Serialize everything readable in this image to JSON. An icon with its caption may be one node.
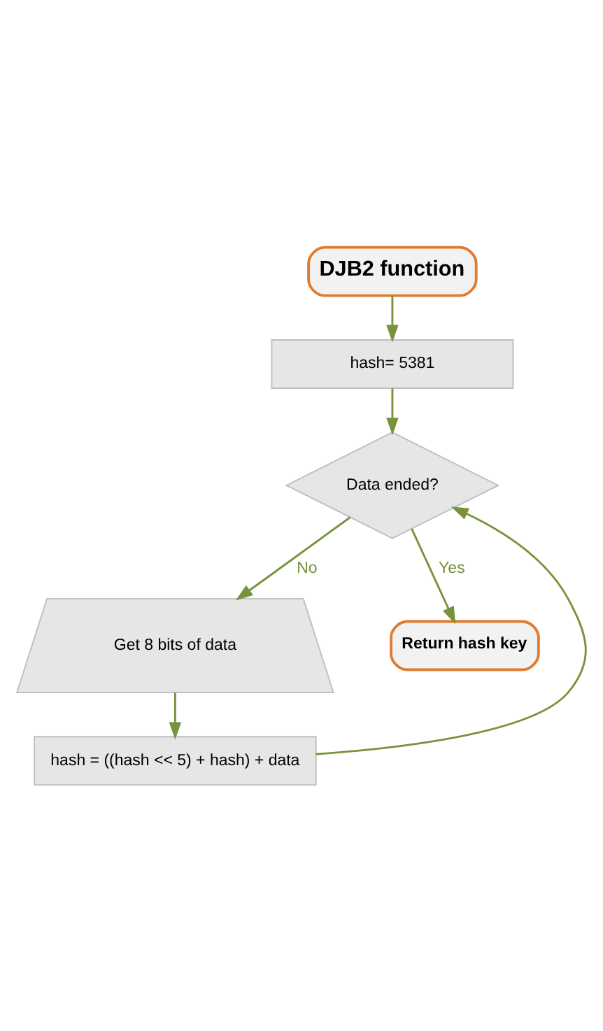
{
  "diagram": {
    "nodes": [
      {
        "text": [
          "DJB2 function"
        ]
      },
      {
        "text": [
          "hash= 5381"
        ]
      },
      {
        "text": [
          "Data ended?"
        ]
      },
      {
        "text": [
          "Get 8 bits of data"
        ]
      },
      {
        "text": [
          "hash = ((hash << 5) + hash) + data"
        ]
      },
      {
        "text": [
          "Return hash key"
        ]
      }
    ],
    "edges": [
      {
        "from": 0,
        "to": 1,
        "arrow": "to"
      },
      {
        "from": 1,
        "to": 2,
        "arrow": "to"
      },
      {
        "from": 2,
        "to": 3,
        "arrow": "to",
        "label": "No"
      },
      {
        "from": 3,
        "to": 4,
        "arrow": "to"
      },
      {
        "from": 4,
        "to": 2,
        "arrow": "to"
      },
      {
        "from": 2,
        "to": 5,
        "arrow": "to",
        "label": "Yes"
      }
    ]
  }
}
